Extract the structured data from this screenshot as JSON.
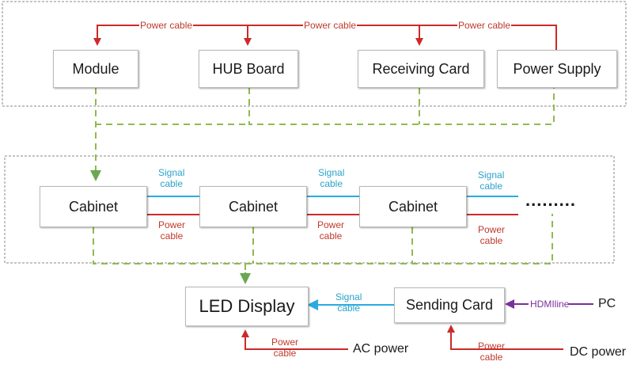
{
  "boxes": {
    "module": "Module",
    "hub_board": "HUB Board",
    "receiving_card": "Receiving Card",
    "power_supply": "Power Supply",
    "cabinet_1": "Cabinet",
    "cabinet_2": "Cabinet",
    "cabinet_3": "Cabinet",
    "led_display": "LED Display",
    "sending_card": "Sending Card"
  },
  "labels": {
    "top_power_1": "Power cable",
    "top_power_2": "Power cable",
    "top_power_3": "Power cable",
    "signal_1": "Signal\ncable",
    "signal_2": "Signal\ncable",
    "signal_3": "Signal\ncable",
    "power_1": "Power\ncable",
    "power_2": "Power\ncable",
    "power_3": "Power\ncable",
    "signal_display": "Signal\ncable",
    "hdmi": "HDMIline",
    "pc": "PC",
    "power_display": "Power\ncable",
    "ac_power": "AC power",
    "power_sending": "Power\ncable",
    "dc_power": "DC power",
    "ellipsis": "........."
  },
  "colors": {
    "power": "#c0392b",
    "signal": "#2aa3c8",
    "hdmi": "#7a2f9a",
    "structure": "#8fba4e",
    "structure_arrow": "#6aa84f",
    "group_border": "#8a8a8a"
  }
}
